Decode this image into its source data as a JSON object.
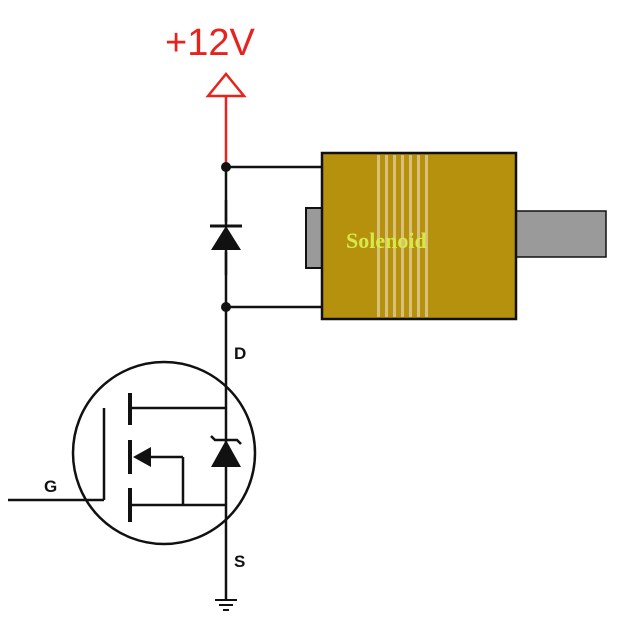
{
  "supply": {
    "label": "+12V",
    "color": "#e8231e"
  },
  "solenoid": {
    "label": "Solenoid",
    "label_color": "#d8e84a",
    "body_color": "#b5910e",
    "stripe_color": "#d9c07a",
    "plunger_color": "#9a9a9a"
  },
  "mosfet": {
    "drain_label": "D",
    "gate_label": "G",
    "source_label": "S"
  },
  "wire_color": "#111111"
}
